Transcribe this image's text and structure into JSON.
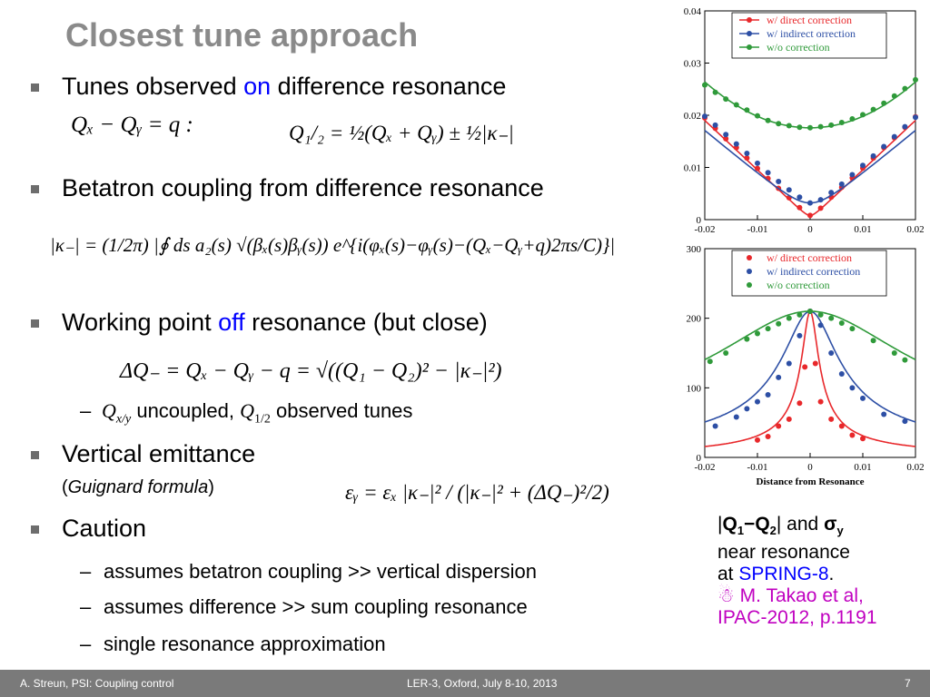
{
  "slide": {
    "title": "Closest tune approach",
    "b1": {
      "pre": "Tunes observed ",
      "hl": "on",
      "post": " difference resonance"
    },
    "eq1": "Qₓ − Qᵧ = q :",
    "eq2": "Q₁/₂ = ½(Qₓ + Qᵧ) ± ½|κ₋|",
    "b2": "Betatron coupling from difference resonance",
    "eq3": "|κ₋| = (1/2π) |∮ ds a₂(s) √(βₓ(s)βᵧ(s)) e^{i(φₓ(s)−φᵧ(s)−(Qₓ−Qᵧ+q)2πs/C)}|",
    "b3": {
      "pre": "Working point ",
      "hl": "off",
      "post": " resonance (but close)"
    },
    "eq4": "ΔQ₋ = Qₓ − Qᵧ − q = √((Q₁ − Q₂)² − |κ₋|²)",
    "sub1": {
      "q1": "Q",
      "q1sub": "x/y",
      "t1": " uncoupled, ",
      "q2": "Q",
      "q2sub": "1/2",
      "t2": " observed tunes"
    },
    "b4": "Vertical emittance",
    "b4sub": {
      "open": "(",
      "it": "Guignard formula",
      "close": ")"
    },
    "eq5": "εᵧ = εₓ |κ₋|² / (|κ₋|² + (ΔQ₋)²/2)",
    "b5": "Caution",
    "cautions": [
      "assumes betatron coupling >> vertical dispersion",
      "assumes difference >> sum coupling resonance",
      "single resonance approximation"
    ],
    "caption": {
      "l1a": "|",
      "l1q1": "Q",
      "l1s1": "1",
      "l1m": "−",
      "l1q2": "Q",
      "l1s2": "2",
      "l1b": "| and ",
      "l1sig": "σ",
      "l1sigs": "y",
      "l2": "near resonance",
      "l3a": "at ",
      "l3b": "SPRING-8",
      "l3c": ".",
      "l4": "☃ M. Takao et al,",
      "l5": "IPAC-2012, p.1191"
    }
  },
  "footer": {
    "left": "A. Streun, PSI: Coupling control",
    "center": "LER-3, Oxford, July 8-10, 2013",
    "page": "7"
  },
  "chart_data": [
    {
      "type": "scatter",
      "title": "",
      "xlabel": "",
      "ylabel": "",
      "xlim": [
        -0.02,
        0.02
      ],
      "ylim": [
        0,
        0.04
      ],
      "x_ticks": [
        "-0.02",
        "-0.01",
        "0",
        "0.01",
        "0.02"
      ],
      "y_ticks": [
        "0",
        "0.01",
        "0.02",
        "0.03",
        "0.04"
      ],
      "legend_position": "top-right",
      "series": [
        {
          "name": "w/ direct correction",
          "color": "#e8282b",
          "x": [
            -0.02,
            -0.018,
            -0.016,
            -0.014,
            -0.012,
            -0.01,
            -0.008,
            -0.006,
            -0.004,
            -0.002,
            0,
            0.002,
            0.004,
            0.006,
            0.008,
            0.01,
            0.012,
            0.014,
            0.016,
            0.018,
            0.02
          ],
          "y": [
            0.0195,
            0.0175,
            0.0155,
            0.0138,
            0.0118,
            0.0098,
            0.0079,
            0.006,
            0.0042,
            0.0023,
            0.0008,
            0.0022,
            0.0043,
            0.0062,
            0.008,
            0.0099,
            0.0118,
            0.0138,
            0.0157,
            0.0177,
            0.0197
          ]
        },
        {
          "name": "w/ indirect orrection",
          "color": "#2d4fa5",
          "x": [
            -0.02,
            -0.018,
            -0.016,
            -0.014,
            -0.012,
            -0.01,
            -0.008,
            -0.006,
            -0.004,
            -0.002,
            0,
            0.002,
            0.004,
            0.006,
            0.008,
            0.01,
            0.012,
            0.014,
            0.016,
            0.018,
            0.02
          ],
          "y": [
            0.0198,
            0.0181,
            0.0163,
            0.0145,
            0.0127,
            0.0108,
            0.009,
            0.0073,
            0.0057,
            0.0043,
            0.0032,
            0.0038,
            0.0052,
            0.0068,
            0.0086,
            0.0104,
            0.0122,
            0.014,
            0.0159,
            0.0178,
            0.0196
          ]
        },
        {
          "name": "w/o correction",
          "color": "#2f9a3a",
          "x": [
            -0.02,
            -0.018,
            -0.016,
            -0.014,
            -0.012,
            -0.01,
            -0.008,
            -0.006,
            -0.004,
            -0.002,
            0,
            0.002,
            0.004,
            0.006,
            0.008,
            0.01,
            0.012,
            0.014,
            0.016,
            0.018,
            0.02
          ],
          "y": [
            0.0258,
            0.0244,
            0.0231,
            0.022,
            0.021,
            0.0199,
            0.019,
            0.0184,
            0.018,
            0.0177,
            0.0176,
            0.0178,
            0.0181,
            0.0186,
            0.0193,
            0.0201,
            0.0211,
            0.0223,
            0.0237,
            0.0251,
            0.0268
          ]
        }
      ]
    },
    {
      "type": "scatter",
      "title": "",
      "xlabel": "Distance from Resonance",
      "ylabel": "",
      "xlim": [
        -0.02,
        0.02
      ],
      "ylim": [
        0,
        300
      ],
      "x_ticks": [
        "-0.02",
        "-0.01",
        "0",
        "0.01",
        "0.02"
      ],
      "y_ticks": [
        "0",
        "100",
        "200",
        "300"
      ],
      "legend_position": "top-right",
      "series": [
        {
          "name": "w/ direct correction",
          "color": "#e8282b",
          "x": [
            -0.01,
            -0.008,
            -0.006,
            -0.004,
            -0.002,
            -0.001,
            0,
            0.001,
            0.002,
            0.004,
            0.006,
            0.008,
            0.01
          ],
          "y": [
            25,
            30,
            45,
            55,
            78,
            130,
            210,
            135,
            80,
            55,
            45,
            32,
            27
          ]
        },
        {
          "name": "w/ indirect correction",
          "color": "#2d4fa5",
          "x": [
            -0.018,
            -0.014,
            -0.012,
            -0.01,
            -0.008,
            -0.006,
            -0.004,
            -0.002,
            0,
            0.002,
            0.004,
            0.006,
            0.008,
            0.01,
            0.014,
            0.018
          ],
          "y": [
            45,
            58,
            70,
            80,
            90,
            115,
            135,
            175,
            210,
            190,
            150,
            120,
            100,
            85,
            62,
            52
          ]
        },
        {
          "name": "w/o correction",
          "color": "#2f9a3a",
          "x": [
            -0.019,
            -0.016,
            -0.012,
            -0.01,
            -0.008,
            -0.006,
            -0.004,
            -0.002,
            0,
            0.002,
            0.004,
            0.006,
            0.008,
            0.012,
            0.016,
            0.018
          ],
          "y": [
            138,
            150,
            170,
            178,
            185,
            192,
            200,
            205,
            210,
            205,
            200,
            193,
            185,
            168,
            150,
            140
          ]
        }
      ]
    }
  ]
}
